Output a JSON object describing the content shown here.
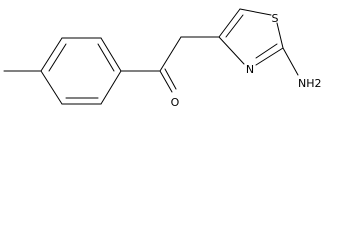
{
  "molecule": {
    "atom_labels": {
      "oxygen": "O",
      "sulfur": "S",
      "nitrogen": "N",
      "amine": "NH2"
    }
  },
  "colors": {
    "bond": "#000000",
    "label": "#000000",
    "background": "#ffffff"
  }
}
